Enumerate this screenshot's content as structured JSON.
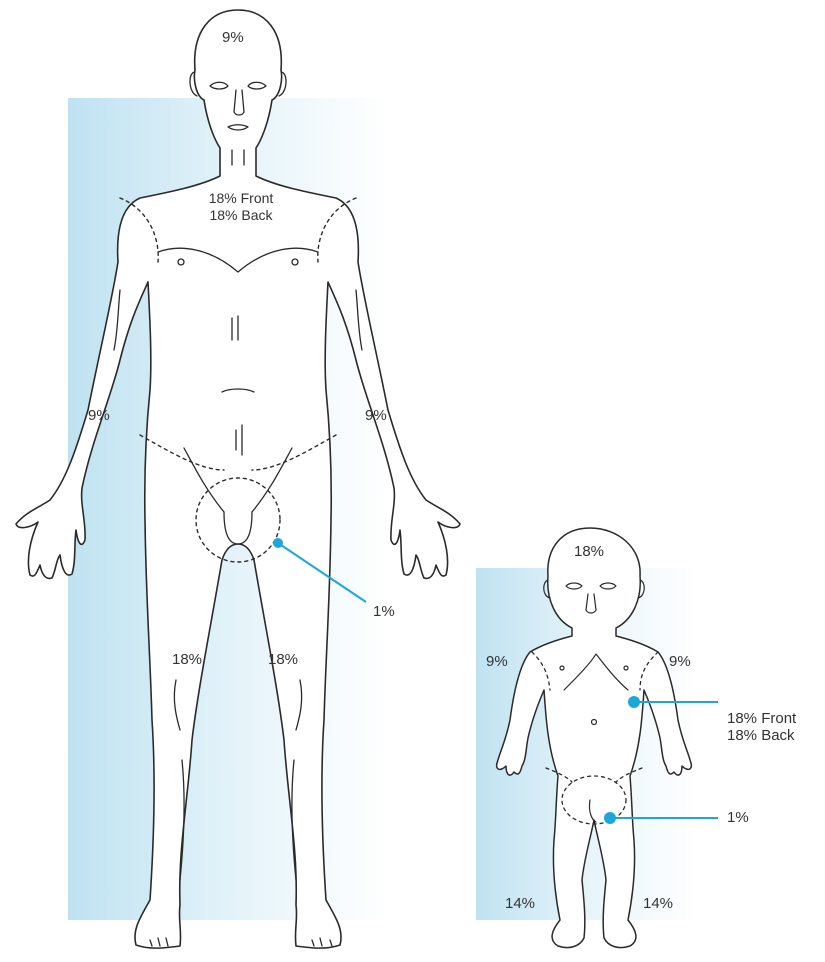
{
  "accent_color": "#1ba8d8",
  "panel_color": "#bfe2f1",
  "adult": {
    "head": "9%",
    "trunk_front": "18% Front",
    "trunk_back": "18% Back",
    "arm_right": "9%",
    "arm_left": "9%",
    "genitals": "1%",
    "leg_right": "18%",
    "leg_left": "18%"
  },
  "child": {
    "head": "18%",
    "arm_right": "9%",
    "arm_left": "9%",
    "trunk_front": "18% Front",
    "trunk_back": "18% Back",
    "genitals": "1%",
    "leg_right": "14%",
    "leg_left": "14%"
  }
}
